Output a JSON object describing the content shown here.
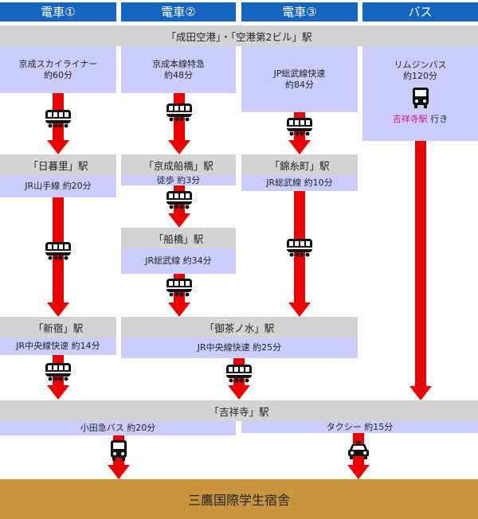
{
  "headers": [
    "電車①",
    "電車②",
    "電車③",
    "バス"
  ],
  "stations": {
    "narita": "「成田空港」・「空港第2ビル」駅",
    "nippori": "「日暮里」駅",
    "keisei_funabashi": "「京成船橋」駅",
    "kinshicho": "「錦糸町」駅",
    "funabashi": "「船橋」駅",
    "shinjuku": "「新宿」駅",
    "ochanomizu": "「御茶ノ水」駅",
    "kichijoji": "「吉祥寺」駅"
  },
  "routes": {
    "skyliner": "京成スカイライナー",
    "skyliner_time": "約60分",
    "keisei_line": "京成本線特急",
    "keisei_time": "約48分",
    "sobu_rapid_1": "JP総武線快速",
    "sobu_rapid_1_time": "約84分",
    "limousine": "リムジンバス",
    "limousine_time": "約120分",
    "limousine_dest": "吉祥寺駅",
    "limousine_dest_suffix": " 行き",
    "yamanote": "JR山手線 約20分",
    "walk": "徒歩 約3分",
    "sobu_local_kinshicho": "JR総武線 約10分",
    "sobu_local_funabashi": "JR総武線 約34分",
    "chuo_rapid_14": "JR中央線快速 約14分",
    "chuo_rapid_25": "JR中央線快速 約25分",
    "odakyu_bus": "小田急バス 約20分",
    "taxi": "タクシー 約15分"
  },
  "destination": "三鷹国際学生宿舎",
  "icons": {
    "train": "train-icon",
    "bus": "bus-icon",
    "taxi": "taxi-icon"
  },
  "colors": {
    "header": "#1565c0",
    "station": "#d3d3d3",
    "route": "#ccccff",
    "arrow": "#ee0000",
    "destination": "#c9953c",
    "highlight": "#c71585"
  }
}
